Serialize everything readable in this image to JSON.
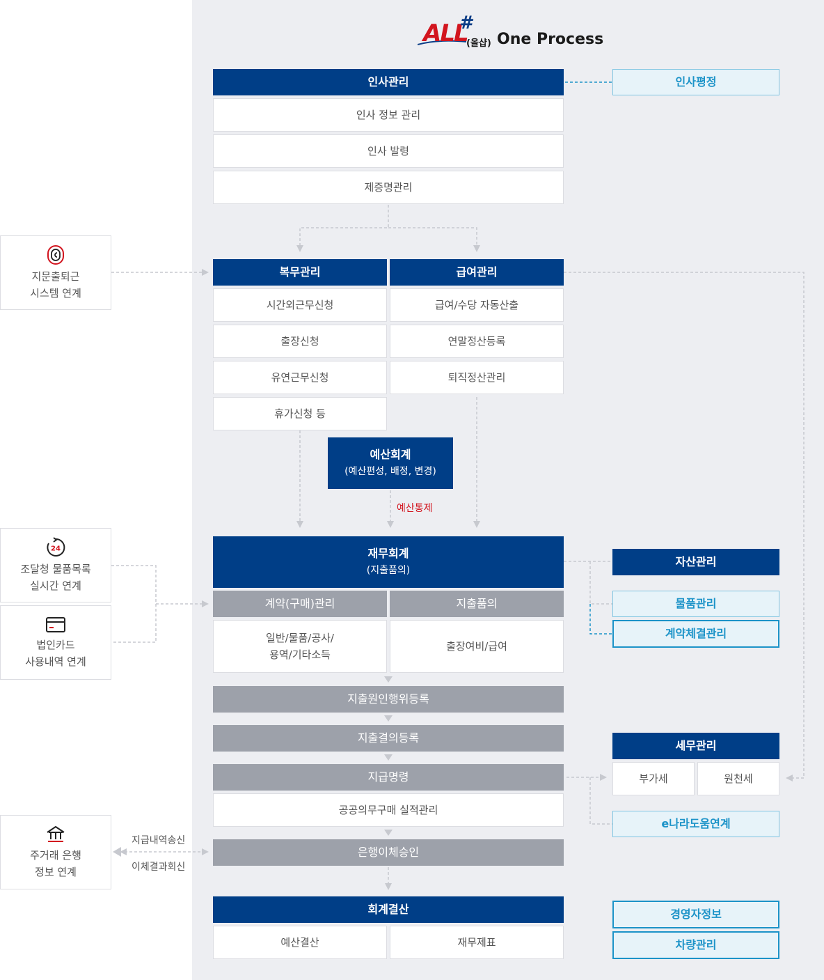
{
  "logo": {
    "brand": "ALL",
    "mark": "#",
    "korean": "(올샵)",
    "suffix": "One Process"
  },
  "hr": {
    "title": "인사관리",
    "items": [
      "인사 정보 관리",
      "인사 발령",
      "제증명관리"
    ],
    "linked": "인사평정"
  },
  "attendance": {
    "title": "복무관리",
    "items": [
      "시간외근무신청",
      "출장신청",
      "유연근무신청",
      "휴가신청 등"
    ]
  },
  "payroll": {
    "title": "급여관리",
    "items": [
      "급여/수당 자동산출",
      "연말정산등록",
      "퇴직정산관리"
    ]
  },
  "budget": {
    "title": "예산회계",
    "subtitle": "(예산편성, 배정, 변경)",
    "control": "예산통제"
  },
  "finance": {
    "title": "재무회계",
    "subtitle": "(지출품의)",
    "contract": "계약(구매)관리",
    "expense": "지출품의",
    "contract_detail_1": "일반/물품/공사/",
    "contract_detail_2": "용역/기타소득",
    "expense_detail": "출장여비/급여"
  },
  "steps": {
    "cause": "지출원인행위등록",
    "resolution": "지출결의등록",
    "payment": "지급명령",
    "public": "공공의무구매 실적관리",
    "bank": "은행이체승인"
  },
  "closing": {
    "title": "회계결산",
    "items": [
      "예산결산",
      "재무제표"
    ]
  },
  "right": {
    "asset": "자산관리",
    "goods": "물품관리",
    "contract_mgmt": "계약체결관리",
    "tax": "세무관리",
    "vat": "부가세",
    "withholding": "원천세",
    "enara": "e나라도움연계",
    "executive": "경영자정보",
    "vehicle": "차량관리"
  },
  "external": {
    "fingerprint_1": "지문출퇴근",
    "fingerprint_2": "시스템 연계",
    "procurement_1": "조달청 물품목록",
    "procurement_2": "실시간 연계",
    "card_1": "법인카드",
    "card_2": "사용내역 연계",
    "bank_1": "주거래 은행",
    "bank_2": "정보 연계",
    "send": "지급내역송신",
    "receive": "이체결과회신"
  },
  "colors": {
    "navy": "#003e87",
    "gray": "#9da1aa",
    "light_blue": "#e7f3f9",
    "accent_blue": "#1c93c8",
    "red": "#d2141e"
  }
}
